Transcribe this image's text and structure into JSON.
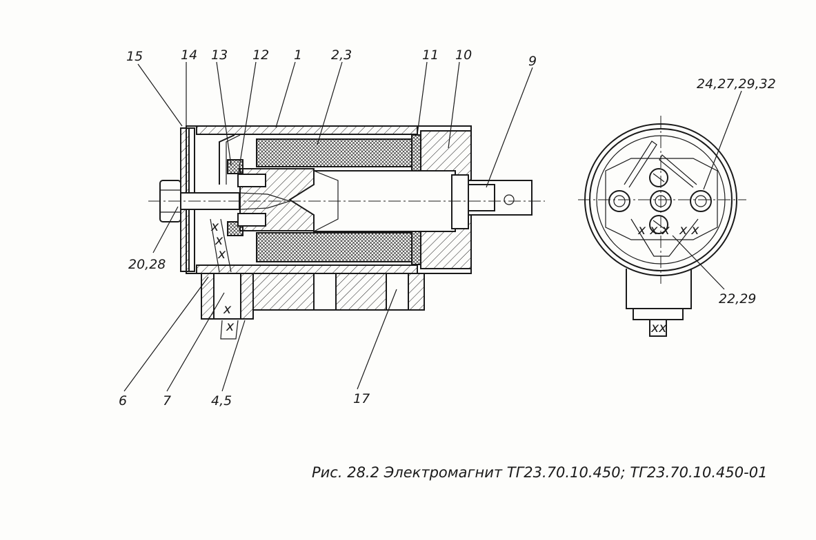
{
  "labels": {
    "l15": "15",
    "l14": "14",
    "l13": "13",
    "l12": "12",
    "l1": "1",
    "l23": "2,3",
    "l11": "11",
    "l10": "10",
    "l9": "9",
    "l2028": "20,28",
    "l6": "6",
    "l7": "7",
    "l45": "4,5",
    "l17": "17",
    "l24": "24,27,29,32",
    "l22": "22,29"
  },
  "caption": "Рис. 28.2  Электромагнит ТГ23.70.10.450; ТГ23.70.10.450-01"
}
